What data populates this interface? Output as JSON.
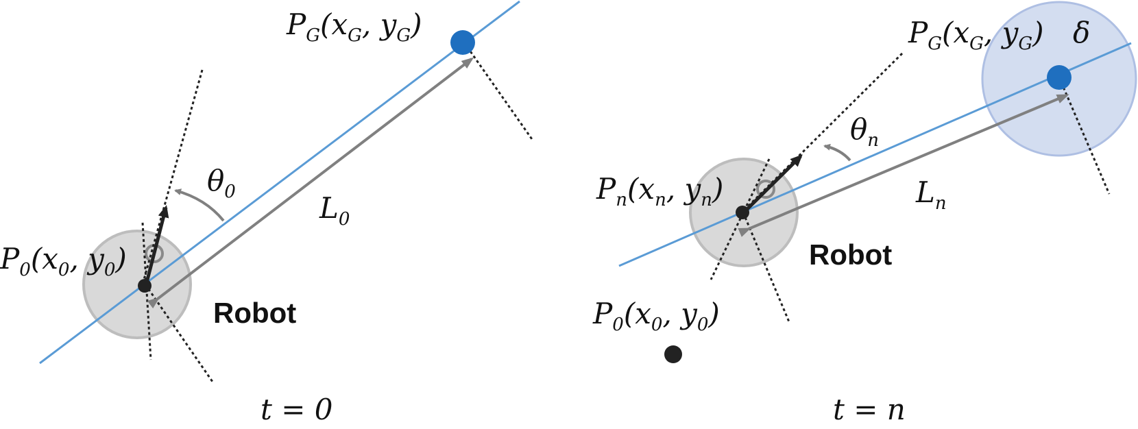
{
  "colors": {
    "line": "#5a9bd5",
    "goal": "#1f6fbf",
    "tolerance_fill": "#d3ddf0",
    "tolerance_stroke": "#aebfe3",
    "robot_fill": "#d9d9d9",
    "robot_stroke": "#bdbdbd",
    "vector": "#808080",
    "heading": "#222222"
  },
  "left_panel": {
    "goal_label": {
      "P": "P",
      "sub": "G",
      "x": "x",
      "xsub": "G",
      "y": "y",
      "ysub": "G"
    },
    "start_label": {
      "P": "P",
      "sub": "0",
      "x": "x",
      "xsub": "0",
      "y": "y",
      "ysub": "0"
    },
    "theta_label": {
      "sym": "θ",
      "sub": "0"
    },
    "L_label": {
      "sym": "L",
      "sub": "0"
    },
    "robot_label": "Robot",
    "time_label": {
      "t": "t",
      "eq": " = ",
      "v": "0"
    }
  },
  "right_panel": {
    "goal_label": {
      "P": "P",
      "sub": "G",
      "x": "x",
      "xsub": "G",
      "y": "y",
      "ysub": "G"
    },
    "delta_label": "δ",
    "current_label": {
      "P": "P",
      "sub": "n",
      "x": "x",
      "xsub": "n",
      "y": "y",
      "ysub": "n"
    },
    "start_label": {
      "P": "P",
      "sub": "0",
      "x": "x",
      "xsub": "0",
      "y": "y",
      "ysub": "0"
    },
    "theta_label": {
      "sym": "θ",
      "sub": "n"
    },
    "L_label": {
      "sym": "L",
      "sub": "n"
    },
    "robot_label": "Robot",
    "time_label": {
      "t": "t",
      "eq": " = ",
      "v": "n"
    }
  }
}
